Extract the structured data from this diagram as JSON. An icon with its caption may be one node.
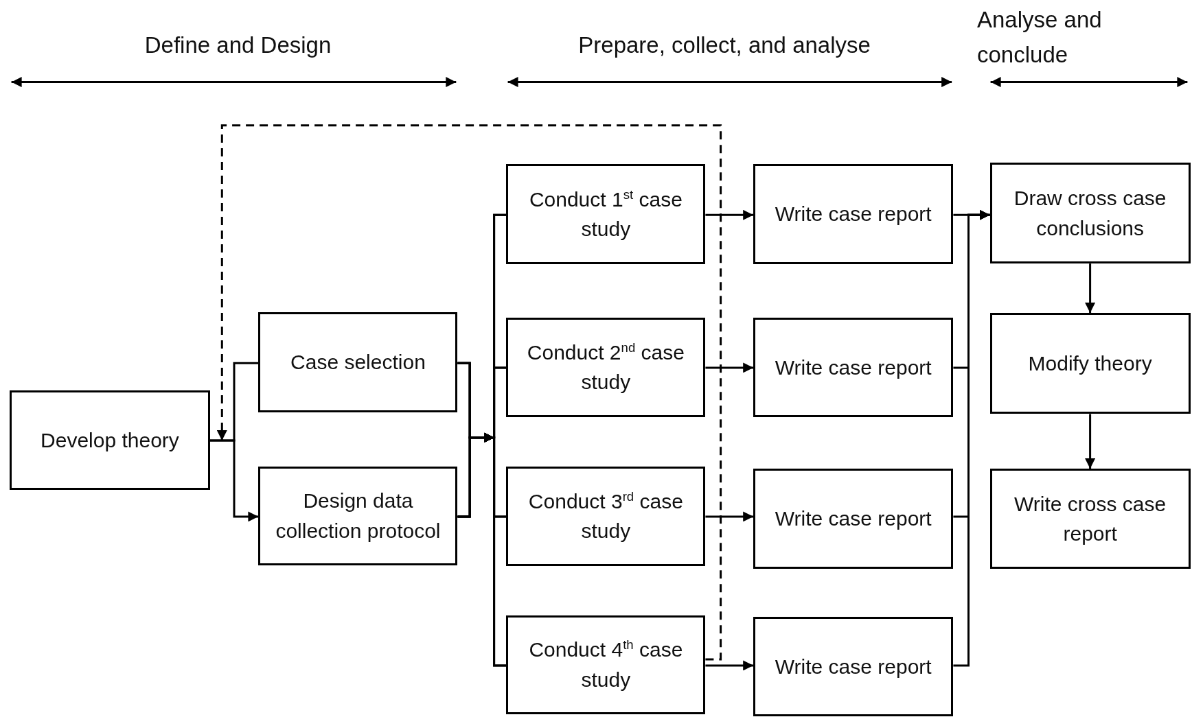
{
  "diagram": {
    "nodes": [
      {
        "text": [
          "Develop theory"
        ]
      },
      {
        "text": [
          "Case selection"
        ]
      },
      {
        "text": [
          "Design data collection protocol"
        ]
      },
      {
        "text": [
          "Conduct 1$^{st}$ case study"
        ]
      },
      {
        "text": [
          "Conduct 2$^{nd}$ case study"
        ]
      },
      {
        "text": [
          "Conduct 3$^{rd}$ case study"
        ]
      },
      {
        "text": [
          "Conduct 4$^{th}$ case study"
        ]
      },
      {
        "text": [
          "Write case report"
        ]
      },
      {
        "text": [
          "Write case report"
        ]
      },
      {
        "text": [
          "Write case report"
        ]
      },
      {
        "text": [
          "Write case report"
        ]
      },
      {
        "text": [
          "Draw cross case conclusions"
        ]
      },
      {
        "text": [
          "Modify theory"
        ]
      },
      {
        "text": [
          "Write cross case report"
        ]
      }
    ],
    "edges": [
      {
        "from": 0,
        "to": 1,
        "arrow": "none"
      },
      {
        "from": 0,
        "to": 2,
        "arrow": "to"
      },
      {
        "from": 1,
        "to": 3,
        "arrow": "to"
      },
      {
        "from": 1,
        "to": 4,
        "arrow": "to"
      },
      {
        "from": 1,
        "to": 5,
        "arrow": "to"
      },
      {
        "from": 1,
        "to": 6,
        "arrow": "to"
      },
      {
        "from": 2,
        "to": 3,
        "arrow": "to"
      },
      {
        "from": 2,
        "to": 4,
        "arrow": "to"
      },
      {
        "from": 2,
        "to": 5,
        "arrow": "to"
      },
      {
        "from": 2,
        "to": 6,
        "arrow": "to"
      },
      {
        "from": 3,
        "to": 7,
        "arrow": "to"
      },
      {
        "from": 4,
        "to": 8,
        "arrow": "to"
      },
      {
        "from": 5,
        "to": 9,
        "arrow": "to"
      },
      {
        "from": 6,
        "to": 10,
        "arrow": "to"
      },
      {
        "from": 7,
        "to": 11,
        "arrow": "to"
      },
      {
        "from": 8,
        "to": 11,
        "arrow": "to"
      },
      {
        "from": 9,
        "to": 11,
        "arrow": "to"
      },
      {
        "from": 10,
        "to": 11,
        "arrow": "to"
      },
      {
        "from": 11,
        "to": 12,
        "arrow": "to"
      },
      {
        "from": 12,
        "to": 13,
        "arrow": "to"
      },
      {
        "from": 6,
        "to": 0,
        "arrow": "to",
        "style": "dashed"
      }
    ],
    "labels": [
      "Define and Design",
      "Prepare, collect, and analyse",
      "Analyse and conclude"
    ]
  }
}
